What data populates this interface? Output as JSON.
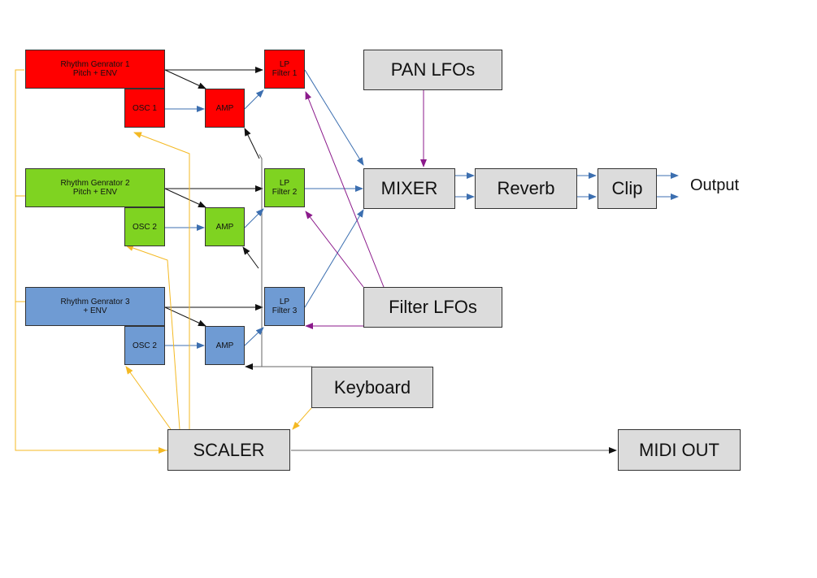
{
  "colors": {
    "red": "#ff0000",
    "green": "#7fd321",
    "blue": "#6f9bd3",
    "grey": "#dcdcdc",
    "wire_black": "#111111",
    "wire_blue": "#3c6fb0",
    "wire_purple": "#8b1a8b",
    "wire_yellow": "#f4b923",
    "wire_grey": "#666666"
  },
  "blocks": {
    "rg1": "Rhythm Genrator 1\nPitch + ENV",
    "osc1": "OSC 1",
    "amp1": "AMP",
    "lp1": "LP\nFilter 1",
    "rg2": "Rhythm Genrator 2\nPitch + ENV",
    "osc2": "OSC 2",
    "amp2": "AMP",
    "lp2": "LP\nFilter 2",
    "rg3": "Rhythm Genrator 3\n+ ENV",
    "osc3": "OSC 2",
    "amp3": "AMP",
    "lp3": "LP\nFilter 3",
    "pan_lfos": "PAN LFOs",
    "mixer": "MIXER",
    "reverb": "Reverb",
    "clip": "Clip",
    "filter_lfos": "Filter LFOs",
    "keyboard": "Keyboard",
    "scaler": "SCALER",
    "midi_out": "MIDI OUT"
  },
  "output_label": "Output"
}
